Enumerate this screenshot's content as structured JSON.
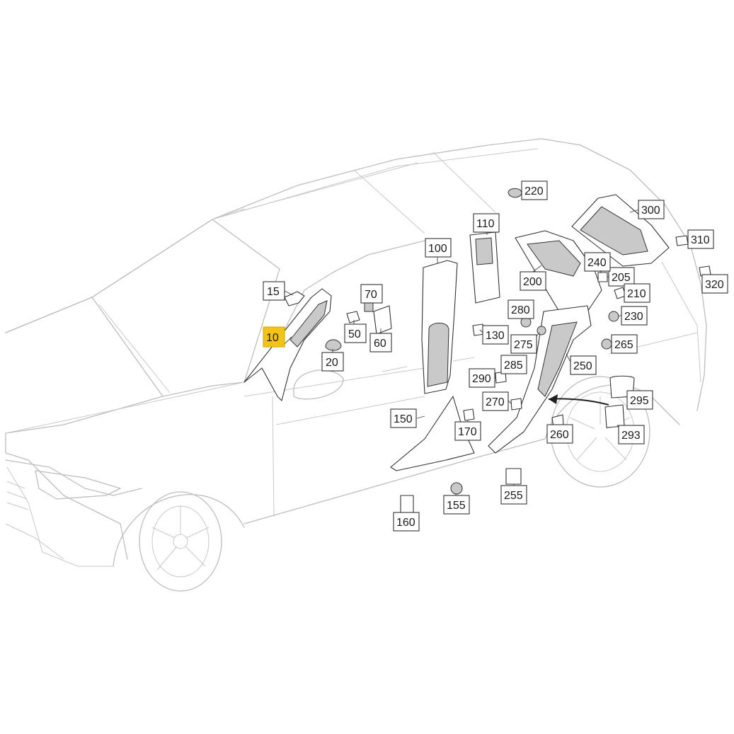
{
  "diagram": {
    "highlight_color": "#f2c318",
    "callouts": [
      {
        "label": "10",
        "highlighted": true
      },
      {
        "label": "15"
      },
      {
        "label": "20"
      },
      {
        "label": "50"
      },
      {
        "label": "60"
      },
      {
        "label": "70"
      },
      {
        "label": "100"
      },
      {
        "label": "110"
      },
      {
        "label": "130"
      },
      {
        "label": "150"
      },
      {
        "label": "155"
      },
      {
        "label": "160"
      },
      {
        "label": "170"
      },
      {
        "label": "200"
      },
      {
        "label": "205"
      },
      {
        "label": "210"
      },
      {
        "label": "220"
      },
      {
        "label": "230"
      },
      {
        "label": "240"
      },
      {
        "label": "250"
      },
      {
        "label": "255"
      },
      {
        "label": "260"
      },
      {
        "label": "265"
      },
      {
        "label": "270"
      },
      {
        "label": "275"
      },
      {
        "label": "280"
      },
      {
        "label": "285"
      },
      {
        "label": "290"
      },
      {
        "label": "293"
      },
      {
        "label": "295"
      },
      {
        "label": "300"
      },
      {
        "label": "310"
      },
      {
        "label": "320"
      }
    ]
  }
}
